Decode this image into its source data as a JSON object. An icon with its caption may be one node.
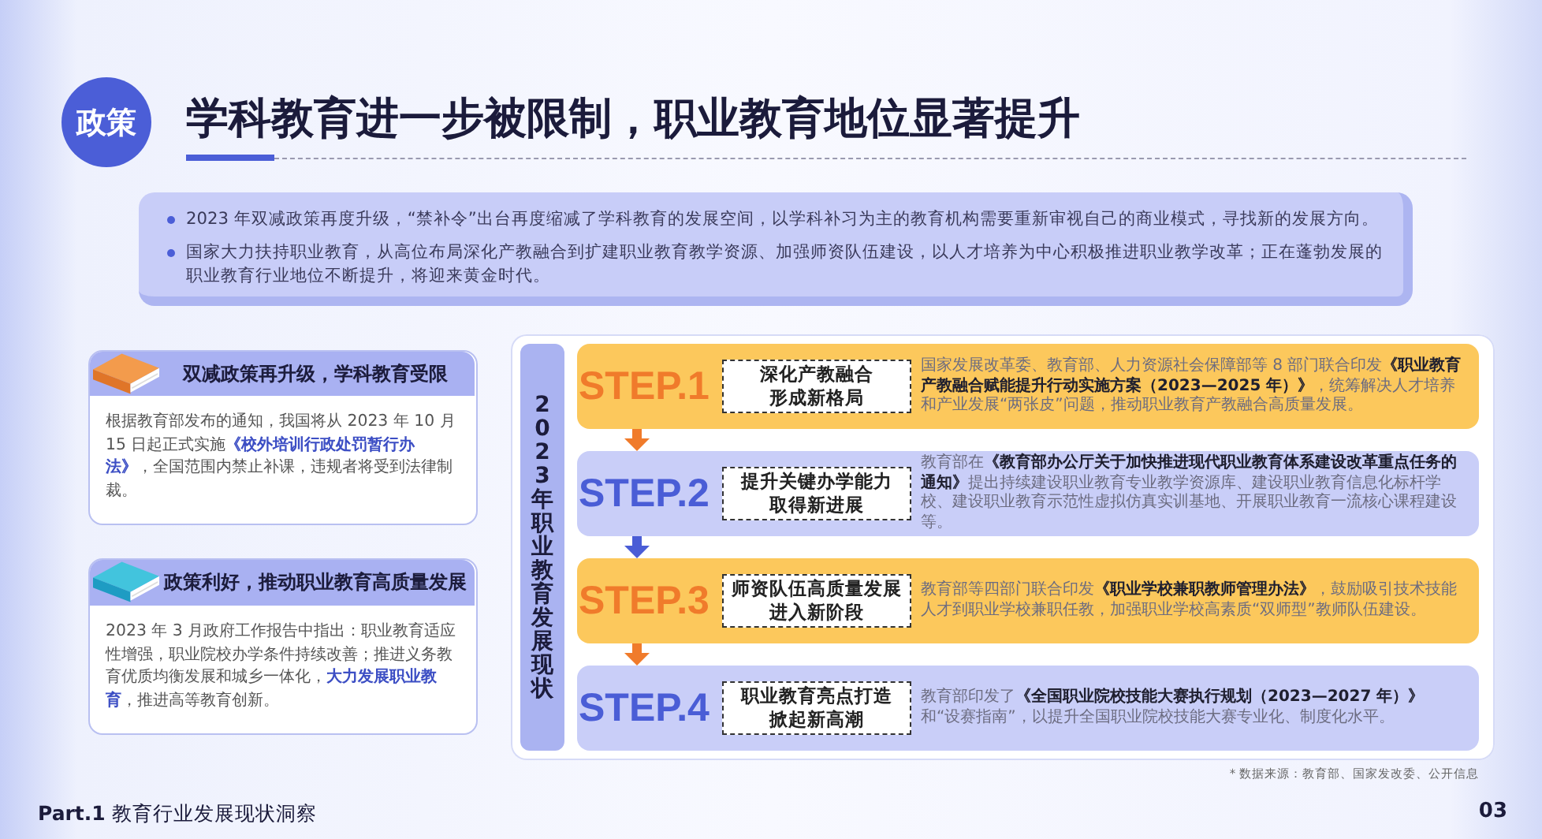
{
  "diagram": {
    "title": "学科教育进一步被限制，职业教育地位显著提升",
    "nodes": [
      {
        "text": [
          "政策"
        ]
      },
      {
        "text": [
          "2023 年双减政策再度升级，“禁补令”出台再度缩减了学科教育的发展空间，以学科补习为主的教育机构需要重新审视自己的商业模式，寻找新的发展方向。",
          "国家大力扶持职业教育，从高位布局深化产教融合到扩建职业教育教学资源、加强师资队伍建设，以人才培养为中心积极推进职业教学改革；正在蓬勃发展的职业教育行业地位不断提升，将迎来黄金时代。"
        ]
      },
      {
        "text": [
          "双减政策再升级，学科教育受限",
          "根据教育部发布的通知，我国将从 2023 年 10 月 15 日起正式实施**《校外培训行政处罚暂行办法》**，全国范围内禁止补课，违规者将受到法律制裁。"
        ]
      },
      {
        "text": [
          "政策利好，推动职业教育高质量发展",
          "2023 年 3 月政府工作报告中指出：职业教育适应性增强，职业院校办学条件持续改善；推进义务教育优质均衡发展和城乡一体化，**大力发展职业教育**，推进高等教育创新。"
        ]
      },
      {
        "text": [
          "2023 年职业教育发展现状"
        ]
      },
      {
        "text": [
          "STEP.1",
          "国家发展改革委、教育部、人力资源社会保障部等 8 部门联合印发**《职业教育产教融合赋能提升行动实施方案（2023—2025 年）》**，统筹解决人才培养和产业发展“两张皮”问题，推动职业教育产教融合高质量发展。"
        ],
        "in": 4
      },
      {
        "text": [
          "深化产教融合形成新格局"
        ],
        "in": 5
      },
      {
        "text": [
          "STEP.2",
          "教育部在**《教育部办公厅关于加快推进现代职业教育体系建设改革重点任务的通知》**提出持续建设职业教育专业教学资源库、建设职业教育信息化标杆学校、建设职业教育示范性虚拟仿真实训基地、开展职业教育一流核心课程建设等。"
        ],
        "in": 4
      },
      {
        "text": [
          "提升关键办学能力取得新进展"
        ],
        "in": 7
      },
      {
        "text": [
          "STEP.3",
          "教育部等四部门联合印发**《职业学校兼职教师管理办法》**，鼓励吸引技术技能人才到职业学校兼职任教，加强职业学校高素质“双师型”教师队伍建设。"
        ],
        "in": 4
      },
      {
        "text": [
          "师资队伍高质量发展进入新阶段"
        ],
        "in": 9
      },
      {
        "text": [
          "STEP.4",
          "教育部印发了**《全国职业院校技能大赛执行规划（2023—2027 年）》**和“设赛指南”，以提升全国职业院校技能大赛专业化、制度化水平。"
        ],
        "in": 4
      },
      {
        "text": [
          "职业教育亮点打造掀起新高潮"
        ],
        "in": 11
      }
    ],
    "edges": [
      {
        "from": 5,
        "to": 7,
        "arrow": "to"
      },
      {
        "from": 7,
        "to": 9,
        "arrow": "to",
        "color": "#4a5dd6"
      },
      {
        "from": 9,
        "to": 11,
        "arrow": "to"
      }
    ],
    "labels": [
      "* 数据来源：教育部、国家发改委、公开信息",
      "**Part.1** 教育行业发展现状洞察",
      "03"
    ]
  }
}
